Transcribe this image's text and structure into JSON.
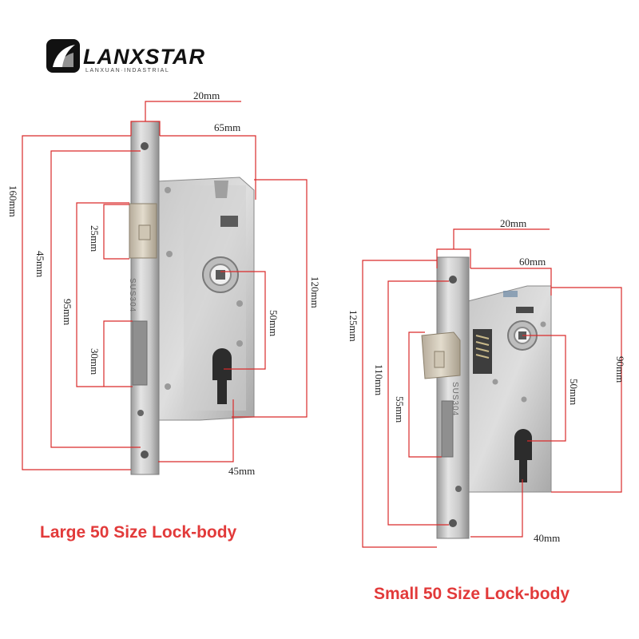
{
  "brand": {
    "name": "LANXSTAR",
    "tagline": "LANXUAN·INDASTRIAL"
  },
  "colors": {
    "dimension_line": "#d92b2b",
    "caption": "#e23a3a",
    "steel_light": "#d8d8d8",
    "steel_dark": "#8c8c8c"
  },
  "large": {
    "caption": "Large 50 Size Lock-body",
    "faceplate_etch": "SUS304",
    "dims": {
      "faceplate_width": "20mm",
      "case_depth": "65mm",
      "total_height": "160mm",
      "screw_spacing": "45mm",
      "case_height": "120mm",
      "latch_to_deadbolt": "95mm",
      "latch_height": "25mm",
      "deadbolt_height": "30mm",
      "backset": "50mm",
      "cylinder_offset": "45mm"
    }
  },
  "small": {
    "caption": "Small 50 Size Lock-body",
    "faceplate_etch": "SUS304",
    "dims": {
      "faceplate_width": "20mm",
      "case_depth": "60mm",
      "total_height": "125mm",
      "screw_spacing": "110mm",
      "case_height": "90mm",
      "latch_to_deadbolt": "55mm",
      "backset": "50mm",
      "cylinder_offset": "40mm"
    }
  }
}
